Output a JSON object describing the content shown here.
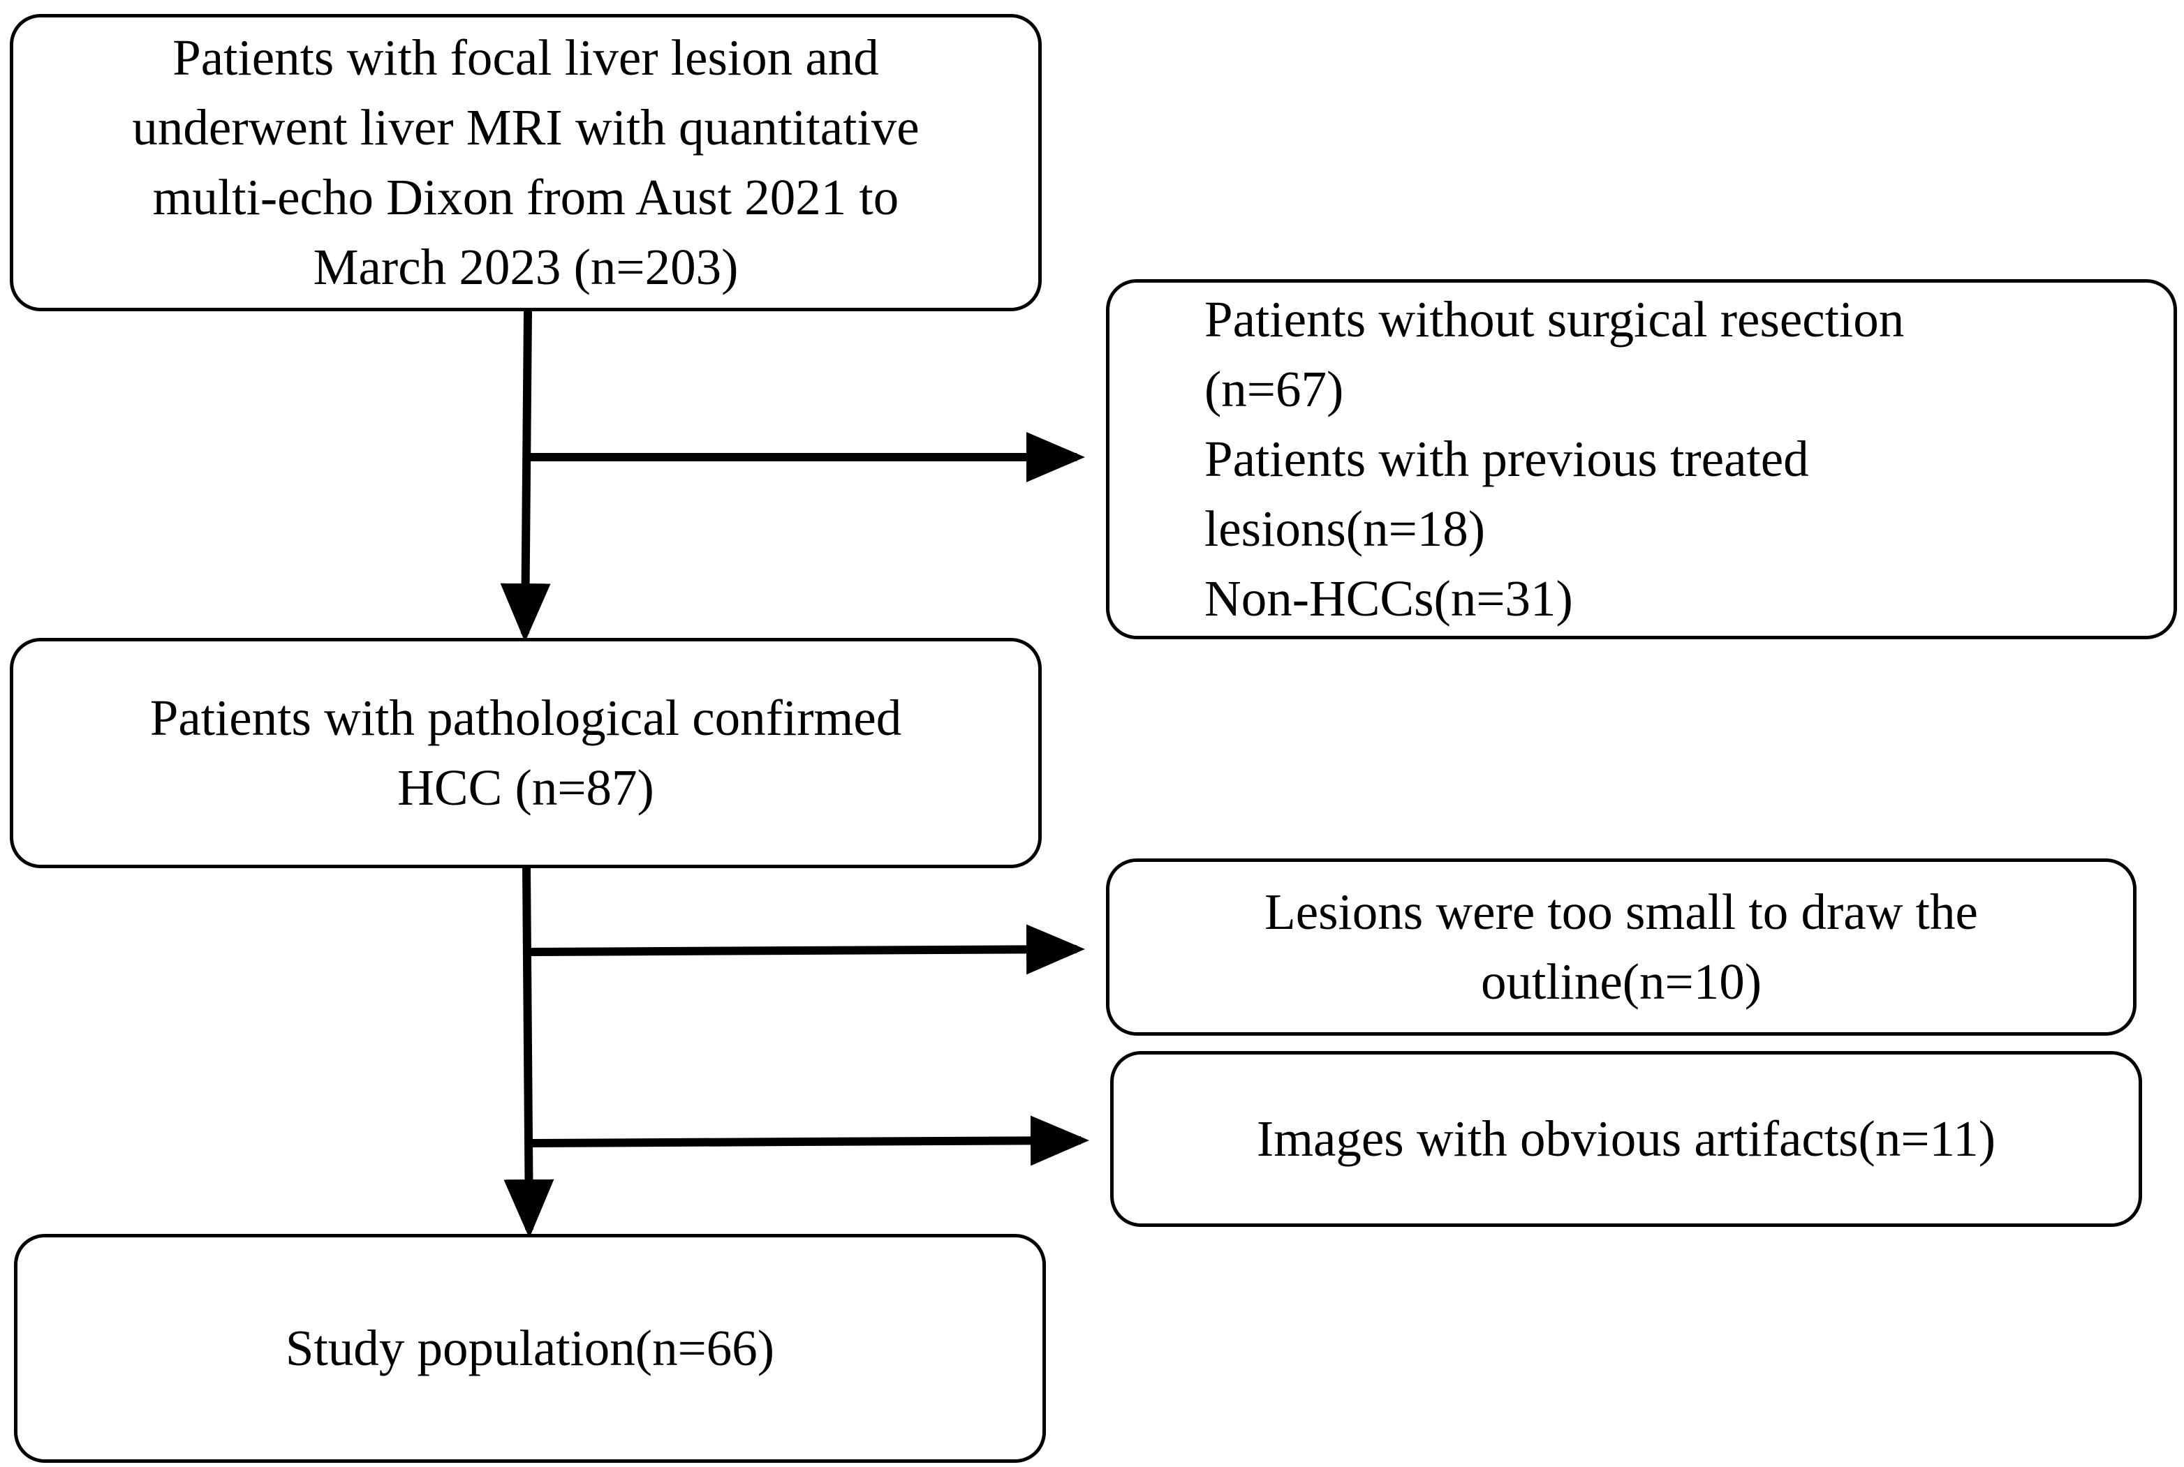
{
  "boxes": {
    "initial": {
      "lines": [
        "Patients with focal liver lesion and",
        "underwent liver MRI with quantitative",
        "multi-echo Dixon from Aust 2021 to",
        "March 2023 (n=203)"
      ]
    },
    "exclusion_1": {
      "lines": [
        "Patients without surgical resection",
        "(n=67)",
        "Patients with previous treated",
        "lesions(n=18)",
        "Non-HCCs(n=31)"
      ]
    },
    "confirmed": {
      "lines": [
        "Patients with pathological confirmed",
        "HCC  (n=87)"
      ]
    },
    "exclusion_2": {
      "lines": [
        "Lesions were too small to draw the",
        "outline(n=10)"
      ]
    },
    "exclusion_3": {
      "lines": [
        "Images with obvious artifacts(n=11)"
      ]
    },
    "final": {
      "lines": [
        "Study population(n=66)"
      ]
    }
  },
  "colors": {
    "stroke": "#000000",
    "fill": "#ffffff"
  }
}
